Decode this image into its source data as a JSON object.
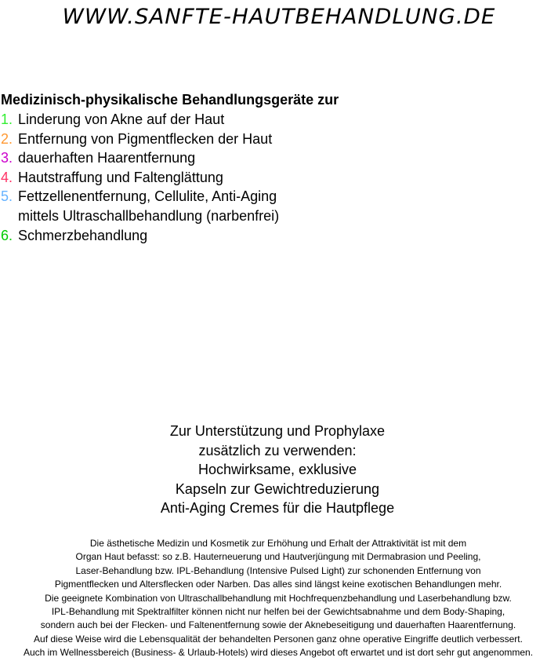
{
  "logo": "WWW.SANFTE-HAUTBEHANDLUNG.DE",
  "heading": "Medizinisch-physikalische Behandlungsgeräte zur",
  "list": [
    {
      "num": "1.",
      "color": "#33ee33",
      "text": "Linderung von Akne auf der Haut"
    },
    {
      "num": "2.",
      "color": "#ff9933",
      "text": "Entfernung von Pigmentflecken der Haut"
    },
    {
      "num": "3.",
      "color": "#cc00cc",
      "text": "dauerhaften Haarentfernung"
    },
    {
      "num": "4.",
      "color": "#ff3366",
      "text": "Hautstraffung und Faltenglättung"
    },
    {
      "num": "5.",
      "color": "#66b3ff",
      "text": "Fettzellenentfernung, Cellulite, Anti-Aging",
      "cont": "mittels Ultraschallbehandlung (narbenfrei)"
    },
    {
      "num": "6.",
      "color": "#00cc00",
      "text": "Schmerzbehandlung"
    }
  ],
  "center_lines": [
    "Zur Unterstützung und Prophylaxe",
    "zusätzlich zu verwenden:",
    "Hochwirksame, exklusive",
    "Kapseln zur Gewichtreduzierung",
    "Anti-Aging Cremes für die Hautpflege"
  ],
  "body_lines": [
    "Die ästhetische Medizin und Kosmetik zur Erhöhung und Erhalt der Attraktivität ist mit dem",
    "Organ Haut befasst: so z.B. Hauterneuerung und Hautverjüngung mit Dermabrasion und Peeling,",
    "Laser-Behandlung bzw. IPL-Behandlung (Intensive Pulsed Light) zur schonenden Entfernung von",
    "Pigmentflecken und Altersflecken oder Narben. Das alles sind längst keine exotischen Behandlungen mehr.",
    "Die geeignete Kombination von Ultraschallbehandlung mit Hochfrequenzbehandlung und Laserbehandlung bzw.",
    "IPL-Behandlung mit Spektralfilter können nicht nur helfen bei der Gewichtsabnahme und dem Body-Shaping,",
    "sondern auch bei der Flecken- und Faltenentfernung sowie der Aknebeseitigung und dauerhaften Haarentfernung.",
    "Auf diese Weise wird die Lebensqualität der behandelten Personen ganz ohne operative Eingriffe deutlich verbessert.",
    "Auch im Wellnessbereich (Business- & Urlaub-Hotels) wird dieses Angebot oft erwartet und ist dort sehr gut angenommen."
  ]
}
